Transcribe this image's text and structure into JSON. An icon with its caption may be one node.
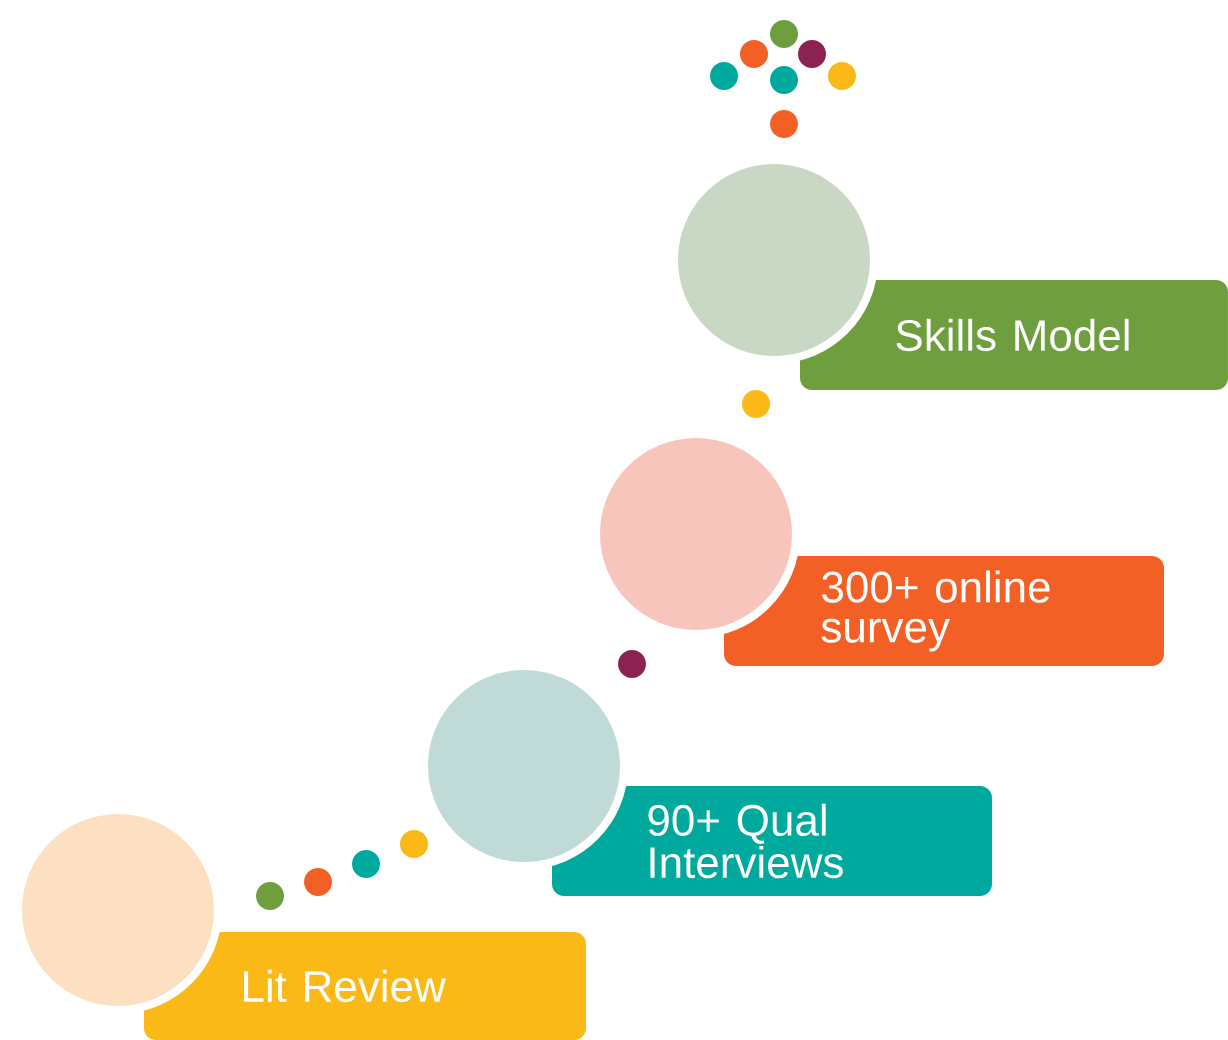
{
  "diagram": {
    "nodes": [
      {
        "text": [],
        "shape": "circle"
      },
      {
        "text": [
          "Skills Model"
        ]
      },
      {
        "text": [],
        "shape": "circle"
      },
      {
        "text": [
          "300+ online survey"
        ]
      },
      {
        "text": [],
        "shape": "circle"
      },
      {
        "text": [
          "90+ Qual Interviews"
        ]
      },
      {
        "text": [],
        "shape": "circle"
      },
      {
        "text": [
          "Lit Review"
        ]
      }
    ]
  }
}
